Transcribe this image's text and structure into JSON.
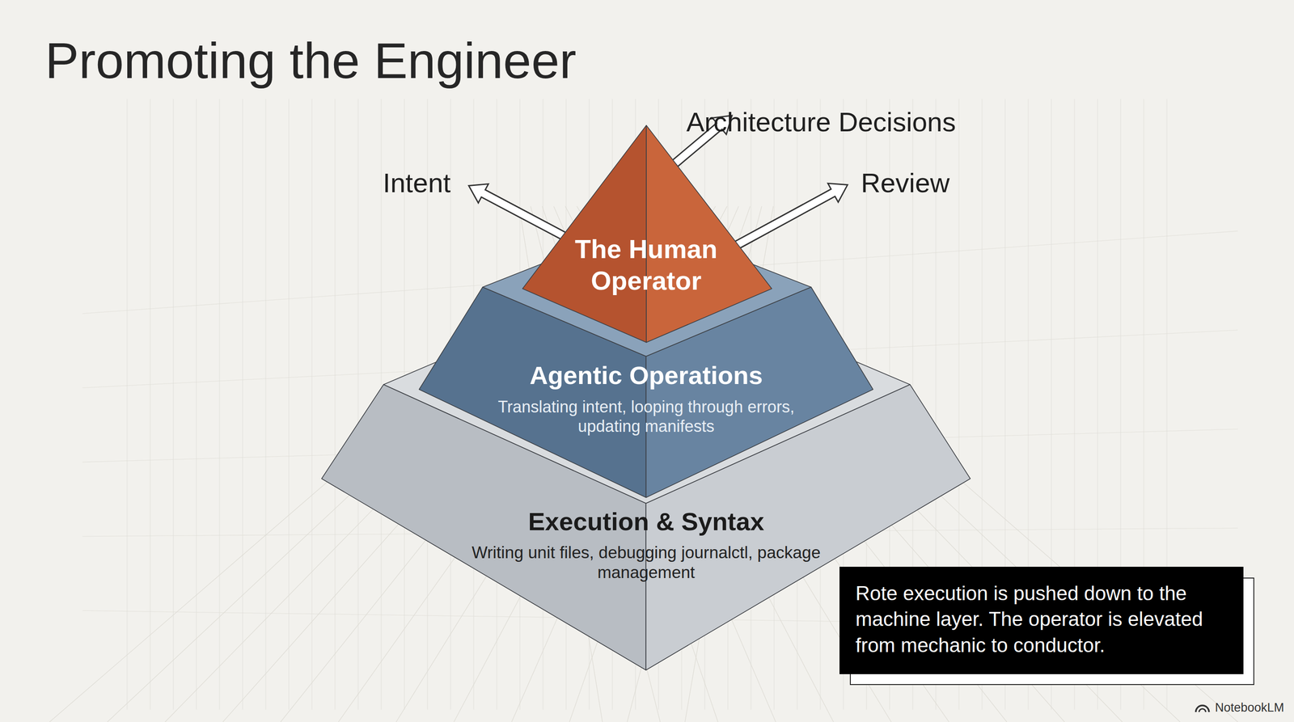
{
  "diagram": {
    "title": "Promoting the Engineer",
    "nodes": [
      {
        "text": [
          "The Human Operator"
        ]
      },
      {
        "text": [
          "Agentic Operations",
          "Translating intent, looping through errors, updating manifests"
        ]
      },
      {
        "text": [
          "Execution & Syntax",
          "Writing unit files, debugging journalctl, package management"
        ]
      },
      {
        "text": [
          "Rote execution is pushed down to the machine layer. The operator is elevated from mechanic to conductor."
        ]
      }
    ],
    "labels": [
      "Intent",
      "Architecture Decisions",
      "Review",
      "NotebookLM"
    ]
  }
}
